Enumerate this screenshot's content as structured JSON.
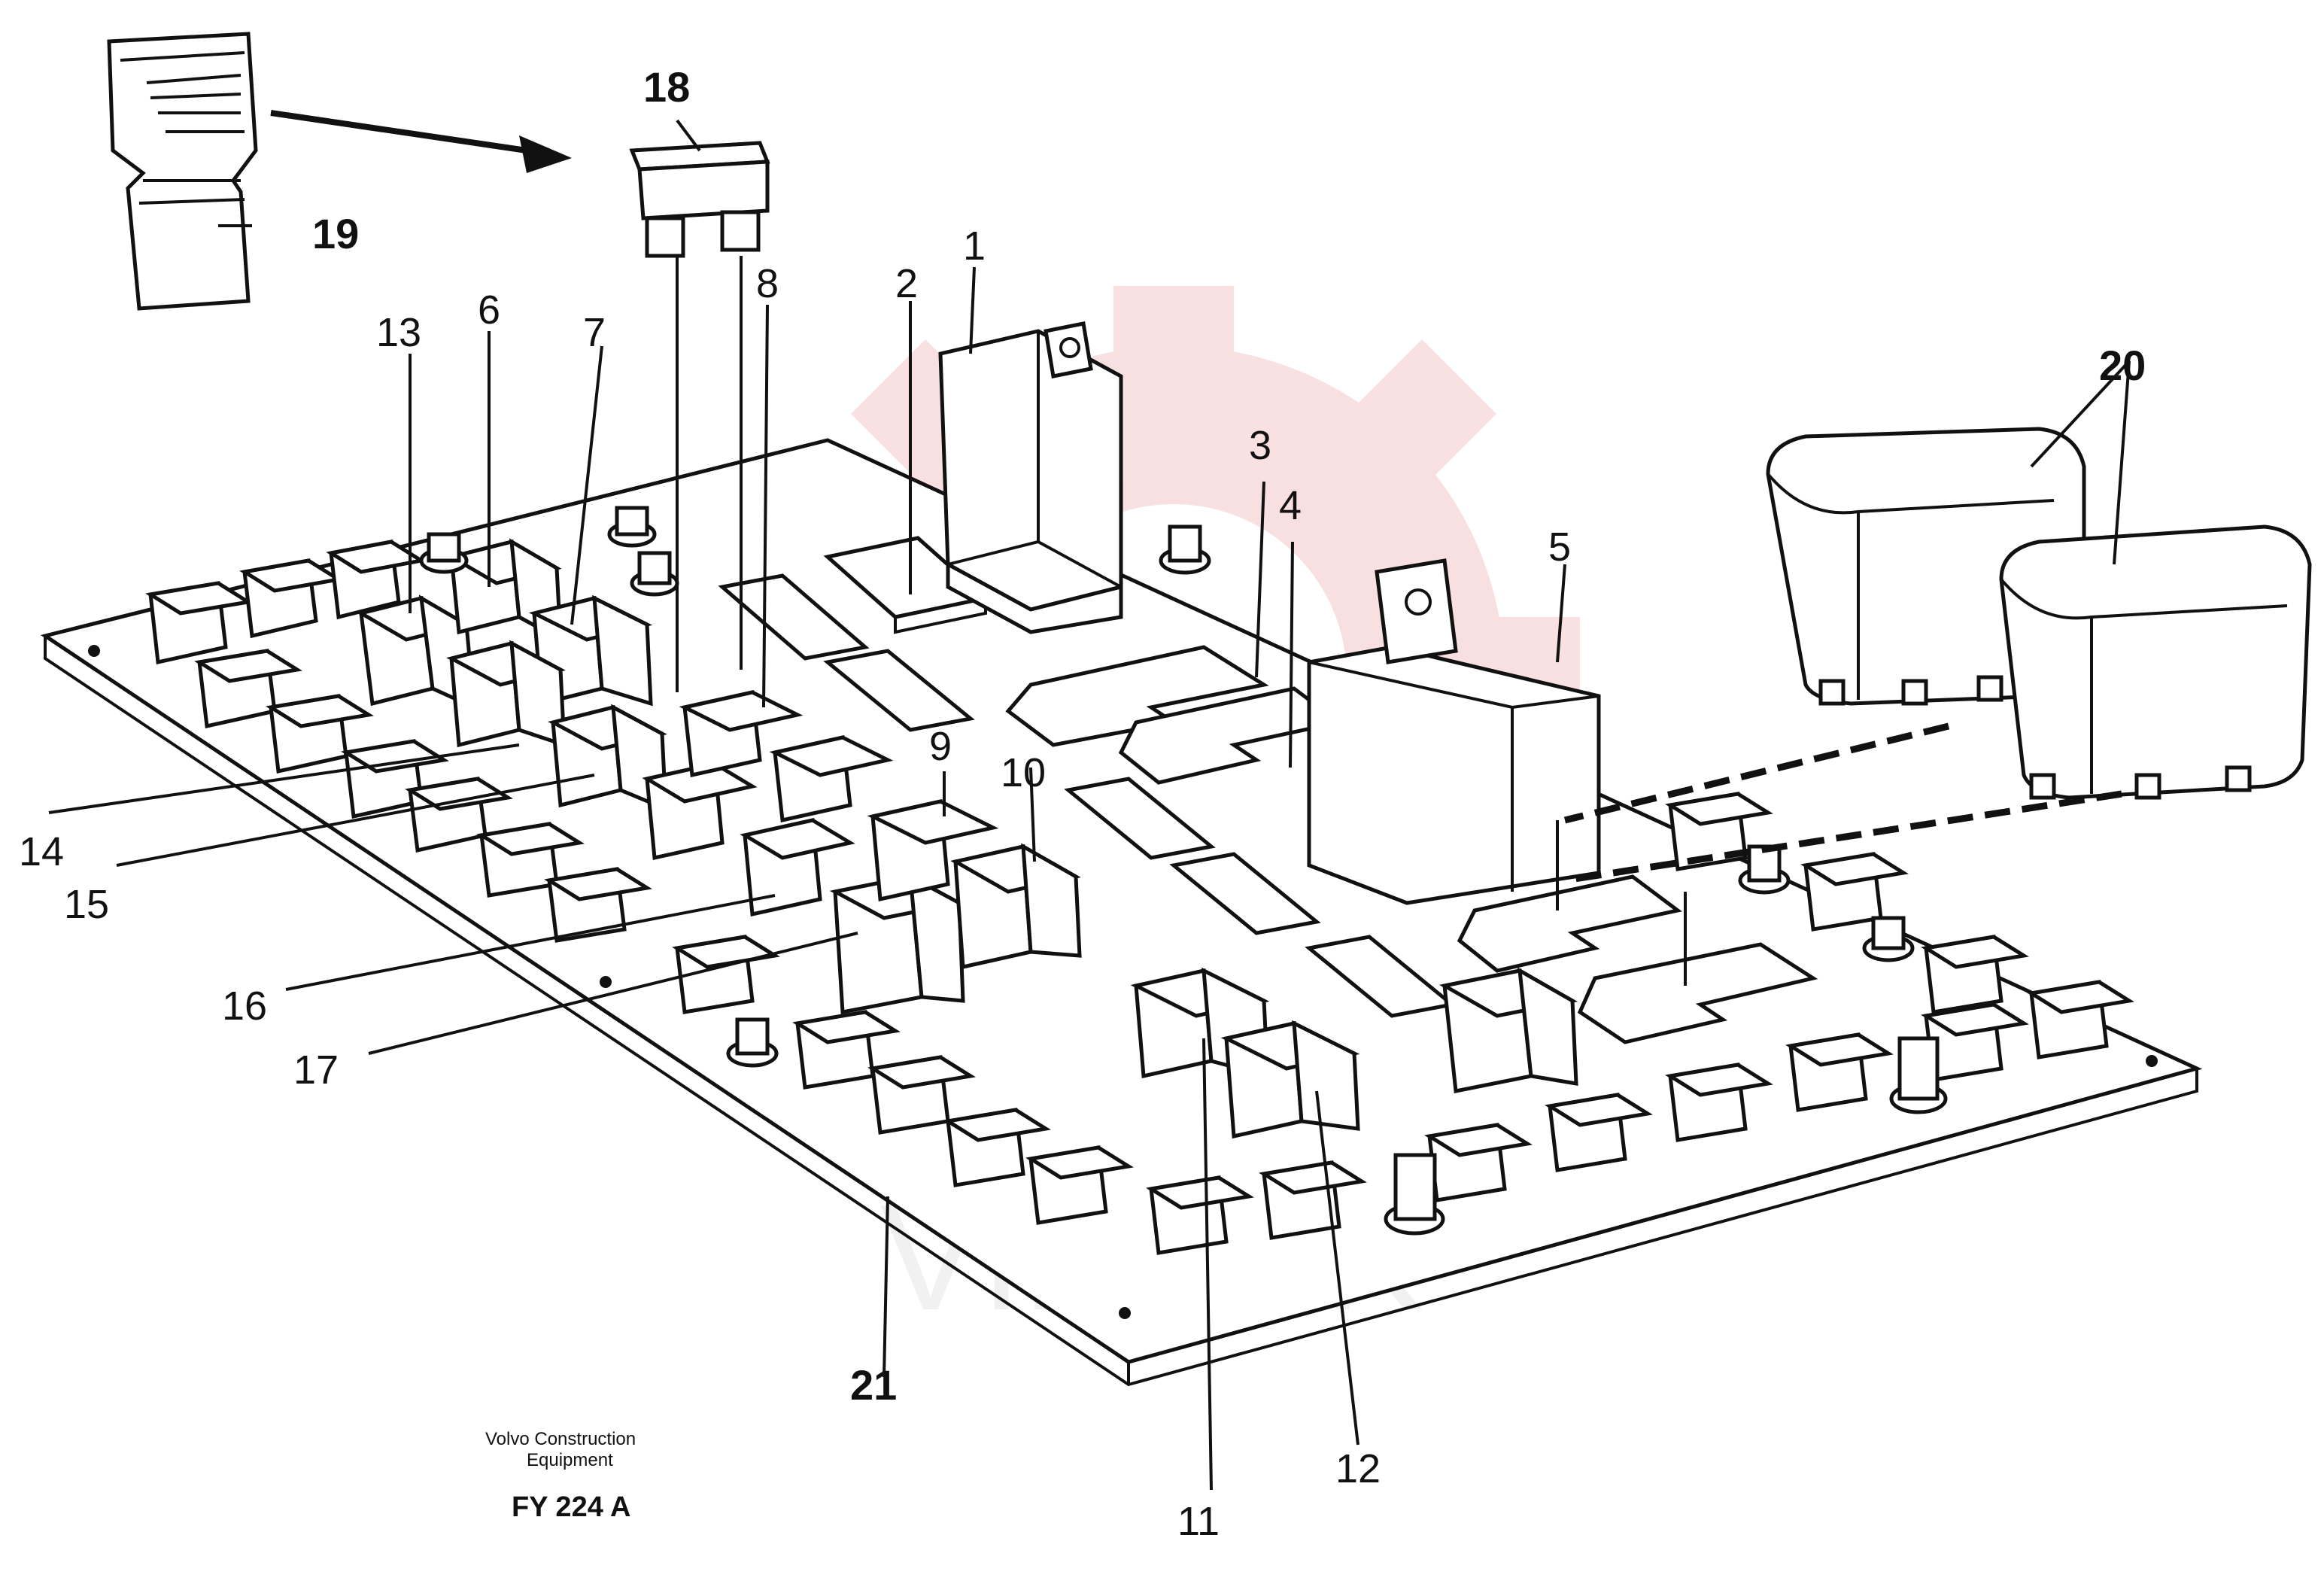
{
  "callouts": {
    "c1": "1",
    "c2": "2",
    "c3": "3",
    "c4": "4",
    "c5": "5",
    "c6": "6",
    "c7": "7",
    "c8": "8",
    "c9": "9",
    "c10": "10",
    "c11": "11",
    "c12": "12",
    "c13": "13",
    "c14": "14",
    "c15": "15",
    "c16": "16",
    "c17": "17",
    "c18": "18",
    "c19": "19",
    "c20": "20",
    "c21": "21"
  },
  "caption": {
    "line1": "Volvo Construction",
    "line2": "Equipment",
    "code": "FY 224 A"
  },
  "watermark": {
    "text": "VIHTEK",
    "gear_color": "#f4c8c8"
  }
}
